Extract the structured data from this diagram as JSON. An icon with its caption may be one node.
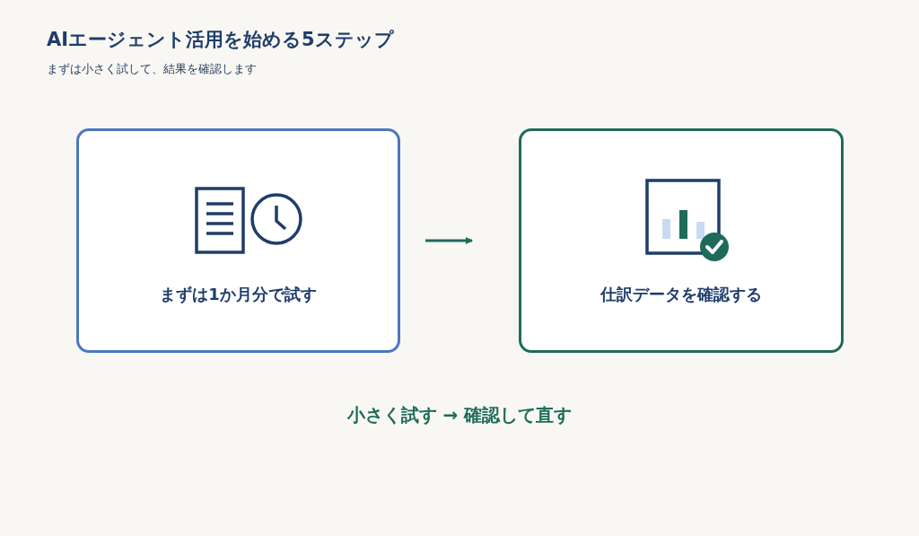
{
  "diagram": {
    "title": "AIエージェント活用を始める5ステップ",
    "nodes": [
      {
        "text": [
          "まずは1か月分で試す"
        ]
      },
      {
        "text": [
          "仕訳データを確認する"
        ]
      }
    ],
    "edges": [
      {
        "from": 0,
        "to": 1,
        "arrow": "to"
      }
    ],
    "labels": [
      "まずは小さく試して、結果を確認します",
      "小さく試す → 確認して直す"
    ]
  }
}
